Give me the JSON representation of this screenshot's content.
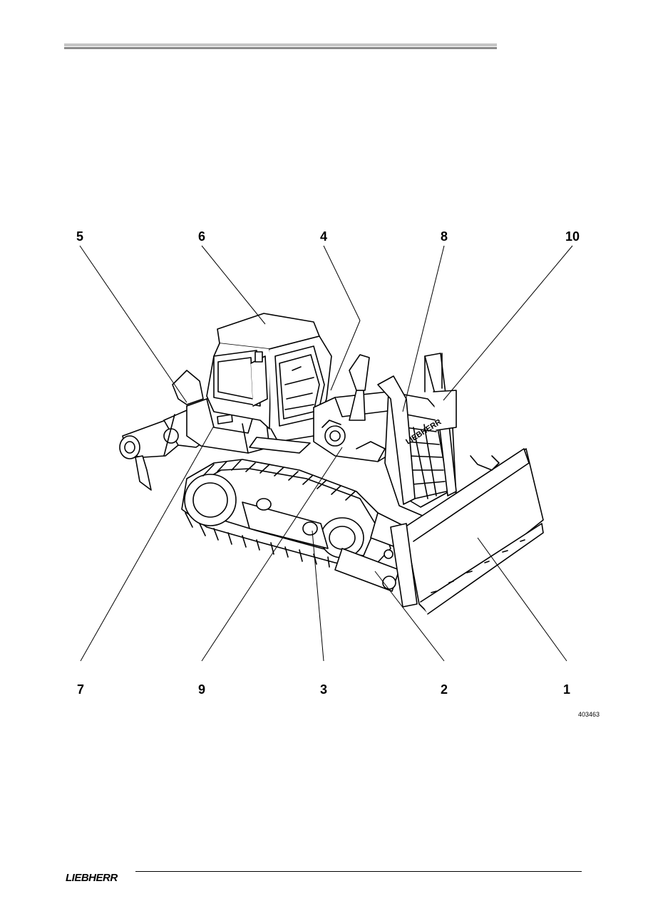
{
  "figure": {
    "callouts_top": [
      "5",
      "6",
      "4",
      "8",
      "10"
    ],
    "callouts_bottom": [
      "7",
      "9",
      "3",
      "2",
      "1"
    ],
    "figure_id": "403463"
  },
  "machine_decal": "LIEBHERR",
  "footer": {
    "brand": "LIEBHERR"
  }
}
